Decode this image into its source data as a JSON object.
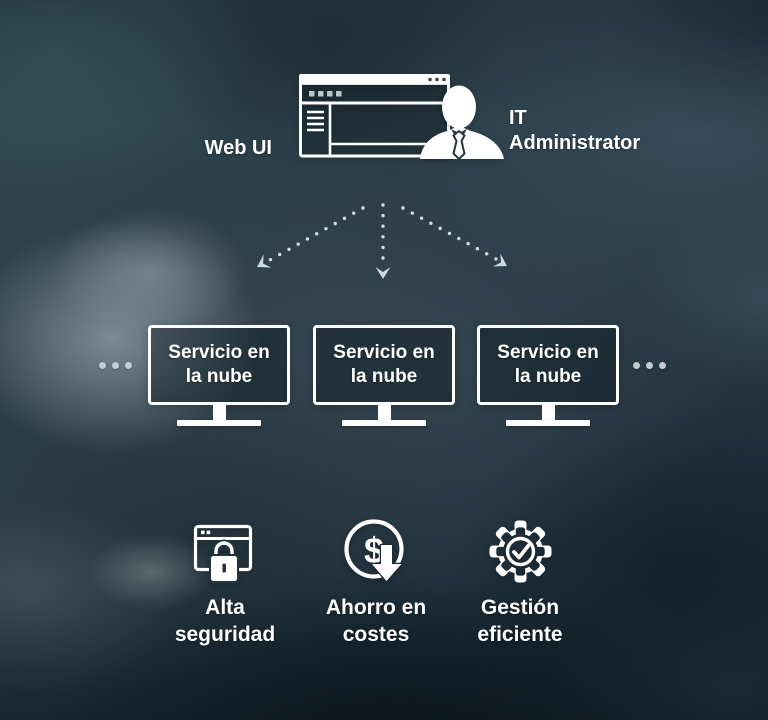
{
  "diagram": {
    "top": {
      "web_ui_label": "Web UI",
      "admin_label_line1": "IT",
      "admin_label_line2": "Administrator"
    },
    "monitors": [
      {
        "line1": "Servicio en",
        "line2": "la nube"
      },
      {
        "line1": "Servicio en",
        "line2": "la nube"
      },
      {
        "line1": "Servicio en",
        "line2": "la nube"
      }
    ],
    "benefits": [
      {
        "icon": "browser-lock-icon",
        "line1": "Alta",
        "line2": "seguridad"
      },
      {
        "icon": "dollar-down-arrow-icon",
        "currency": "$",
        "line1": "Ahorro en",
        "line2": "costes"
      },
      {
        "icon": "gear-check-icon",
        "line1": "Gestión",
        "line2": "eficiente"
      }
    ],
    "icons": {
      "top_left": "browser-window-icon",
      "top_right": "it-administrator-person-icon",
      "fan": "dotted-fan-arrows-icon",
      "left_more": "ellipsis-icon",
      "right_more": "ellipsis-icon"
    },
    "colors": {
      "foreground": "#ffffff",
      "background_base": "#24333d",
      "background_teal": "#3b565c",
      "background_light_blob": "#93a3ad",
      "ellipsis_dots": "#c3ccd2",
      "arrow_dots": "#e2e8ec"
    }
  }
}
